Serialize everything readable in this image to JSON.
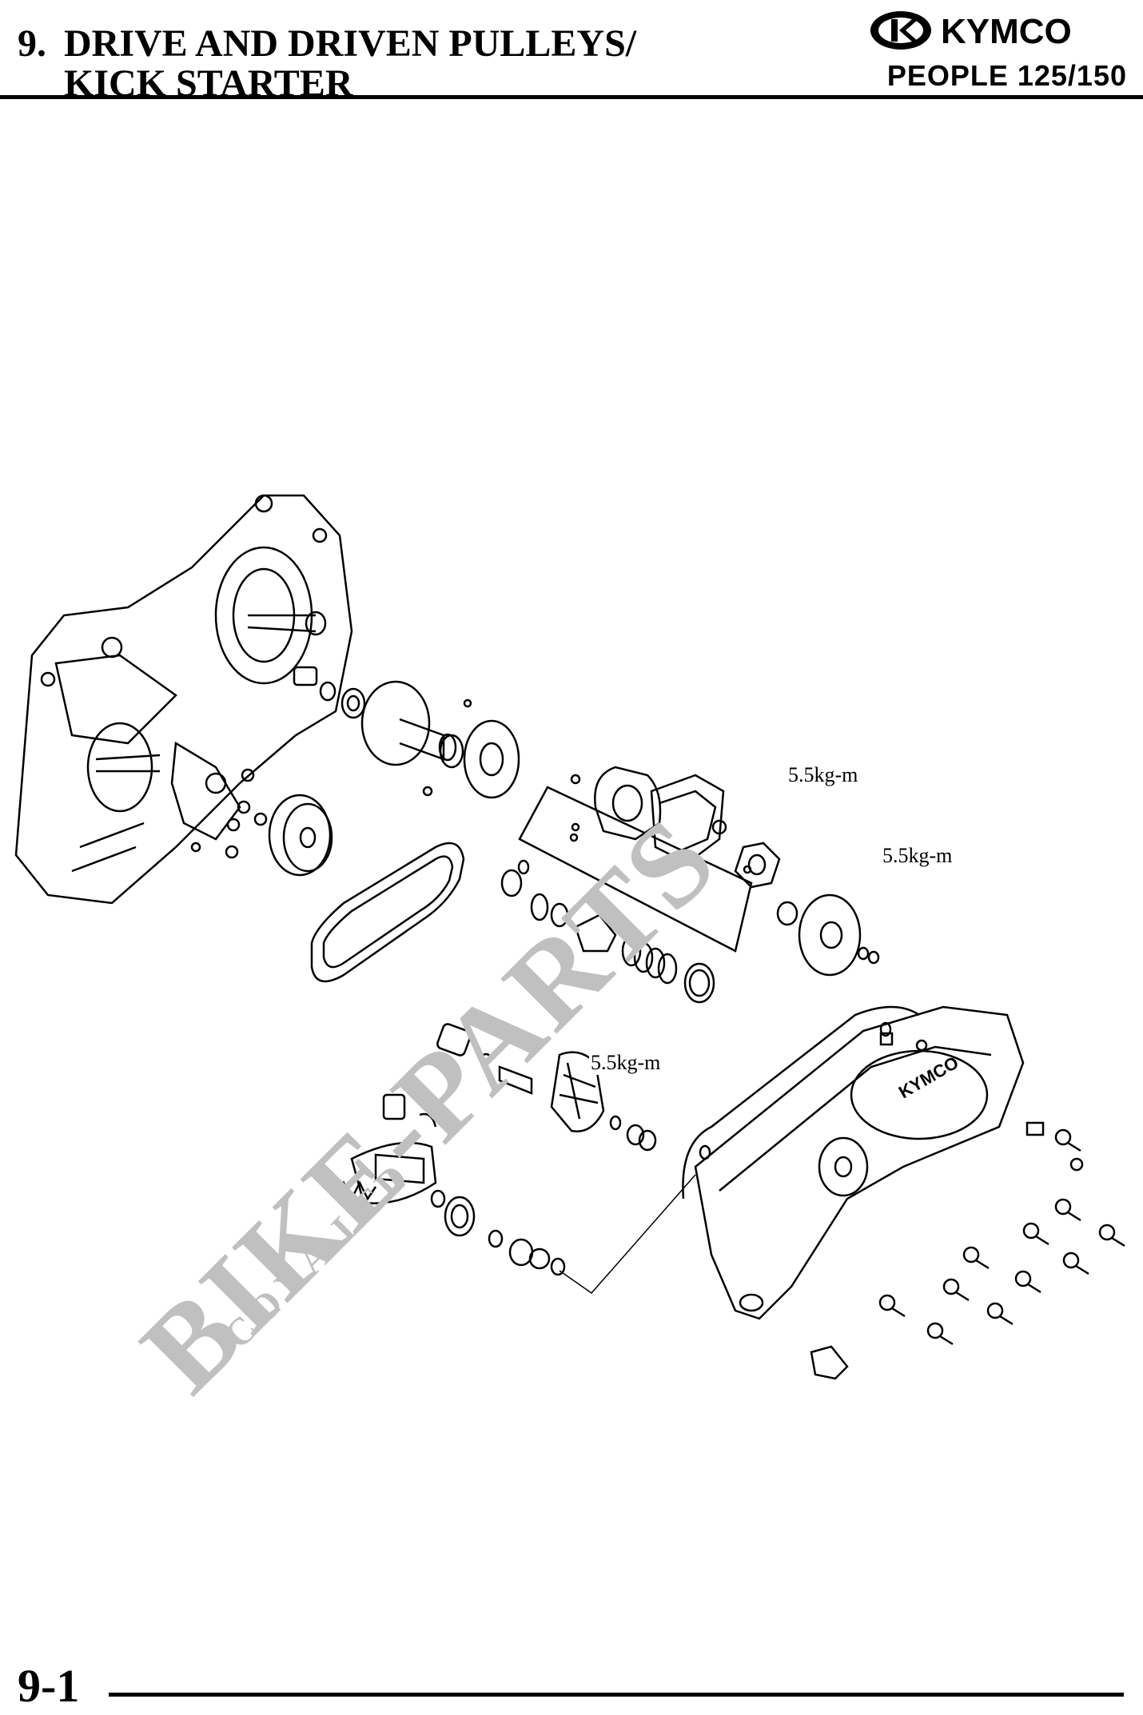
{
  "header": {
    "section_number": "9.",
    "title_line1": "DRIVE AND DRIVEN PULLEYS/",
    "title_line2": "KICK STARTER",
    "brand": "KYMCO",
    "model": "PEOPLE 125/150"
  },
  "torque_labels": {
    "clutch_cover": "5.5kg-m",
    "clutch_nut": "5.5kg-m",
    "drive_face_nut": "5.5kg-m"
  },
  "watermark": {
    "main": "BIKE-PARTS",
    "sub": "COXA LTD",
    "color": "#c0c0c0"
  },
  "cover_logo_text": "KYMCO",
  "footer": {
    "page_number": "9-1"
  }
}
